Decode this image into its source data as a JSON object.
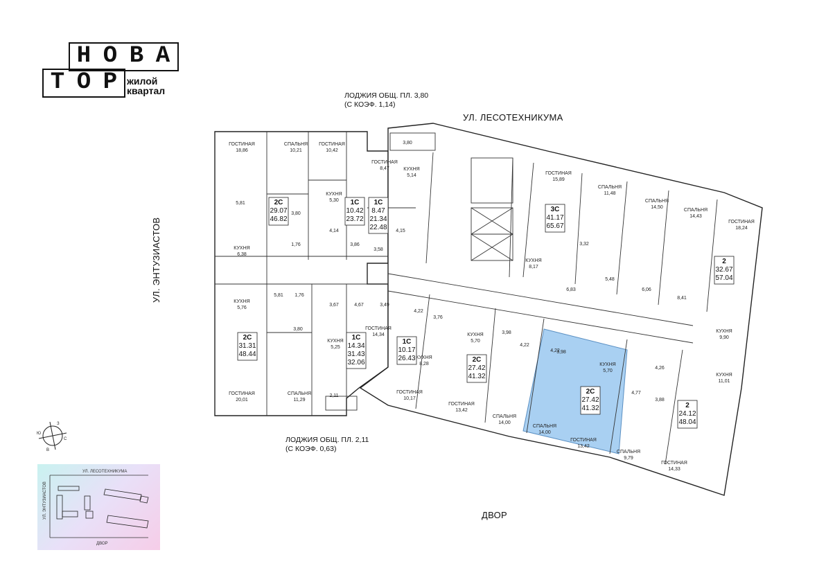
{
  "logo": {
    "letters_top": [
      "Н",
      "О",
      "В",
      "А"
    ],
    "letters_bottom": [
      "Т",
      "О",
      "Р"
    ],
    "subtitle_line1": "жилой",
    "subtitle_line2": "квартал"
  },
  "streets": {
    "north": "УЛ. ЛЕСОТЕХНИКУМА",
    "west": "УЛ. ЭНТУЗИАСТОВ",
    "south": "ДВОР"
  },
  "loggias": {
    "top_line1": "ЛОДЖИЯ ОБЩ. ПЛ. 3,80",
    "top_line2": "(С КОЭФ. 1,14)",
    "bottom_line1": "ЛОДЖИЯ ОБЩ. ПЛ. 2,11",
    "bottom_line2": "(С КОЭФ. 0,63)"
  },
  "compass": {
    "n": "З",
    "e": "С",
    "s": "В",
    "w": "Ю"
  },
  "minimap": {
    "north": "УЛ. ЛЕСОТЕХНИКУМА",
    "west": "УЛ. ЭНТУЗИАСТОВ",
    "south": "ДВОР"
  },
  "highlight_color": "#a9d0f2",
  "rooms": [
    {
      "name": "ГОСТИНАЯ",
      "area": "18,86"
    },
    {
      "name": "СПАЛЬНЯ",
      "area": "10,21"
    },
    {
      "name": "ГОСТИНАЯ",
      "area": "10,42"
    },
    {
      "name": "ГОСТИНАЯ",
      "area": "8,47"
    },
    {
      "name": "КУХНЯ",
      "area": "5,14"
    },
    {
      "name": "",
      "area": "3,80"
    },
    {
      "name": "КУХНЯ",
      "area": "5,30"
    },
    {
      "name": "",
      "area": "5,81"
    },
    {
      "name": "",
      "area": "3,80"
    },
    {
      "name": "",
      "area": "4,14"
    },
    {
      "name": "",
      "area": "4,15"
    },
    {
      "name": "",
      "area": "1,76"
    },
    {
      "name": "",
      "area": "3,86"
    },
    {
      "name": "",
      "area": "3,58"
    },
    {
      "name": "КУХНЯ",
      "area": "6,38"
    },
    {
      "name": "ГОСТИНАЯ",
      "area": "15,89"
    },
    {
      "name": "СПАЛЬНЯ",
      "area": "11,48"
    },
    {
      "name": "СПАЛЬНЯ",
      "area": "14,50"
    },
    {
      "name": "СПАЛЬНЯ",
      "area": "14,43"
    },
    {
      "name": "ГОСТИНАЯ",
      "area": "18,24"
    },
    {
      "name": "",
      "area": "3,32"
    },
    {
      "name": "КУХНЯ",
      "area": "8,17"
    },
    {
      "name": "",
      "area": "5,48"
    },
    {
      "name": "",
      "area": "6,06"
    },
    {
      "name": "",
      "area": "6,83"
    },
    {
      "name": "",
      "area": "8,41"
    },
    {
      "name": "КУХНЯ",
      "area": "5,76"
    },
    {
      "name": "",
      "area": "5,81"
    },
    {
      "name": "",
      "area": "1,76"
    },
    {
      "name": "",
      "area": "3,67"
    },
    {
      "name": "",
      "area": "4,67"
    },
    {
      "name": "",
      "area": "3,49"
    },
    {
      "name": "",
      "area": "3,80"
    },
    {
      "name": "КУХНЯ",
      "area": "5,25"
    },
    {
      "name": "ГОСТИНАЯ",
      "area": "14,34"
    },
    {
      "name": "ГОСТИНАЯ",
      "area": "20,01"
    },
    {
      "name": "СПАЛЬНЯ",
      "area": "11,29"
    },
    {
      "name": "",
      "area": "2,11"
    },
    {
      "name": "",
      "area": "4,22"
    },
    {
      "name": "",
      "area": "3,76"
    },
    {
      "name": "КУХНЯ",
      "area": "8,28"
    },
    {
      "name": "ГОСТИНАЯ",
      "area": "10,17"
    },
    {
      "name": "КУХНЯ",
      "area": "5,70"
    },
    {
      "name": "ГОСТИНАЯ",
      "area": "13,42"
    },
    {
      "name": "СПАЛЬНЯ",
      "area": "14,00"
    },
    {
      "name": "",
      "area": "3,98"
    },
    {
      "name": "",
      "area": "4,22"
    },
    {
      "name": "",
      "area": "4,22"
    },
    {
      "name": "",
      "area": "3,98"
    },
    {
      "name": "КУХНЯ",
      "area": "5,70"
    },
    {
      "name": "СПАЛЬНЯ",
      "area": "14,00"
    },
    {
      "name": "ГОСТИНАЯ",
      "area": "13,42"
    },
    {
      "name": "",
      "area": "4,26"
    },
    {
      "name": "",
      "area": "4,77"
    },
    {
      "name": "",
      "area": "3,88"
    },
    {
      "name": "КУХНЯ",
      "area": "11,01"
    },
    {
      "name": "СПАЛЬНЯ",
      "area": "9,79"
    },
    {
      "name": "ГОСТИНАЯ",
      "area": "14,33"
    },
    {
      "name": "КУХНЯ",
      "area": "9,90"
    }
  ],
  "apartments": [
    {
      "type": "2С",
      "living": "29.07",
      "total": "46.82"
    },
    {
      "type": "1С",
      "living": "10.42",
      "total": "23.72"
    },
    {
      "type": "1С",
      "living": "8.47",
      "total": "21.34",
      "total2": "22.48"
    },
    {
      "type": "3С",
      "living": "41.17",
      "total": "65.67"
    },
    {
      "type": "2",
      "living": "32.67",
      "total": "57.04"
    },
    {
      "type": "2С",
      "living": "31.31",
      "total": "48.44"
    },
    {
      "type": "1С",
      "living": "14.34",
      "total": "31.43",
      "total2": "32.06"
    },
    {
      "type": "1С",
      "living": "10.17",
      "total": "26.43"
    },
    {
      "type": "2С",
      "living": "27.42",
      "total": "41.32"
    },
    {
      "type": "2С",
      "living": "27.42",
      "total": "41.32"
    },
    {
      "type": "2",
      "living": "24.12",
      "total": "48.04"
    }
  ]
}
